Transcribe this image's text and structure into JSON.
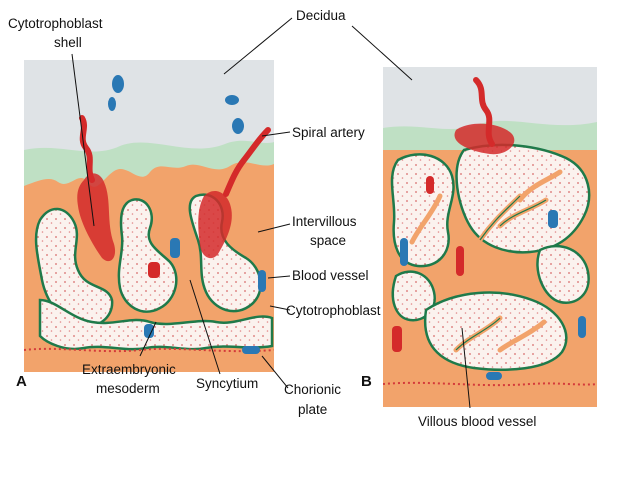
{
  "diagram": {
    "panels": [
      {
        "id": "A",
        "label": "A"
      },
      {
        "id": "B",
        "label": "B"
      }
    ],
    "labels": {
      "cytotrophoblast_shell_line1": "Cytotrophoblast",
      "cytotrophoblast_shell_line2": "shell",
      "decidua": "Decidua",
      "spiral_artery": "Spiral artery",
      "intervillous_space_line1": "Intervillous",
      "intervillous_space_line2": "space",
      "blood_vessel": "Blood vessel",
      "cytotrophoblast": "Cytotrophoblast",
      "extraembryonic_mesoderm_line1": "Extraembryonic",
      "extraembryonic_mesoderm_line2": "mesoderm",
      "syncytium": "Syncytium",
      "chorionic_plate_line1": "Chorionic",
      "chorionic_plate_line2": "plate",
      "villous_blood_vessel": "Villous blood vessel"
    },
    "colors": {
      "decidua_top": "#dfe3e6",
      "decidua_green": "#bfe0c4",
      "mesoderm_orange": "#f2a36b",
      "syncytium_green": "#1f7a4a",
      "blood_red": "#d42a2a",
      "vessel_blue": "#2a78b4",
      "space_fill": "#fbf2ee"
    }
  }
}
